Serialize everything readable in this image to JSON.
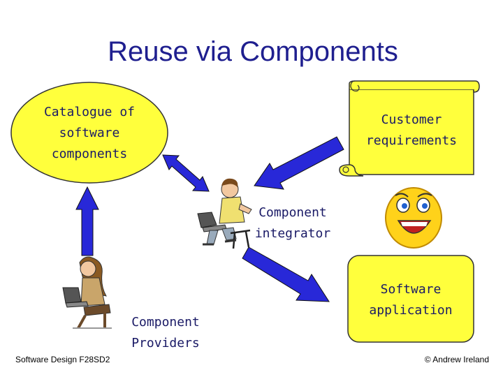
{
  "title": "Reuse via Components",
  "nodes": {
    "catalogue": [
      "Catalogue of",
      "software",
      "components"
    ],
    "customer": [
      "Customer",
      "requirements"
    ],
    "integrator": [
      "Component",
      "integrator"
    ],
    "providers": [
      "Component",
      "Providers"
    ],
    "application": [
      "Software",
      "application"
    ]
  },
  "footer": {
    "left": "Software Design F28SD2",
    "right": "© Andrew Ireland"
  },
  "colors": {
    "title": "#1f1f8f",
    "box_fill": "#ffff3c",
    "arrow": "#2828d8"
  }
}
